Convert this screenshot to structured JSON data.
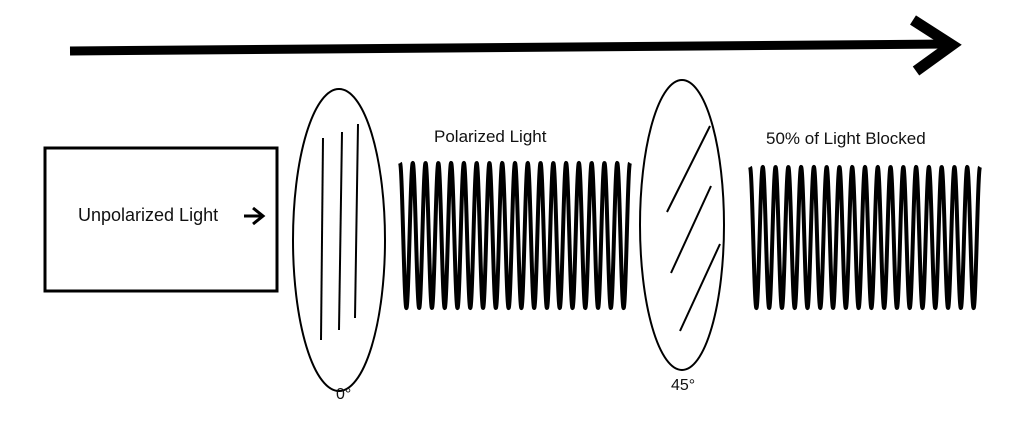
{
  "source": {
    "label": "Unpolarized Light"
  },
  "polarizer_1": {
    "angle_label": "0°"
  },
  "polarizer_2": {
    "angle_label": "45°"
  },
  "wave_1": {
    "label": "Polarized Light"
  },
  "wave_2": {
    "label": "50% of Light Blocked"
  },
  "colors": {
    "stroke": "#000000",
    "background": "#ffffff"
  },
  "icons": {
    "direction": "arrow-right-icon",
    "source_arrow": "arrow-right-icon"
  }
}
